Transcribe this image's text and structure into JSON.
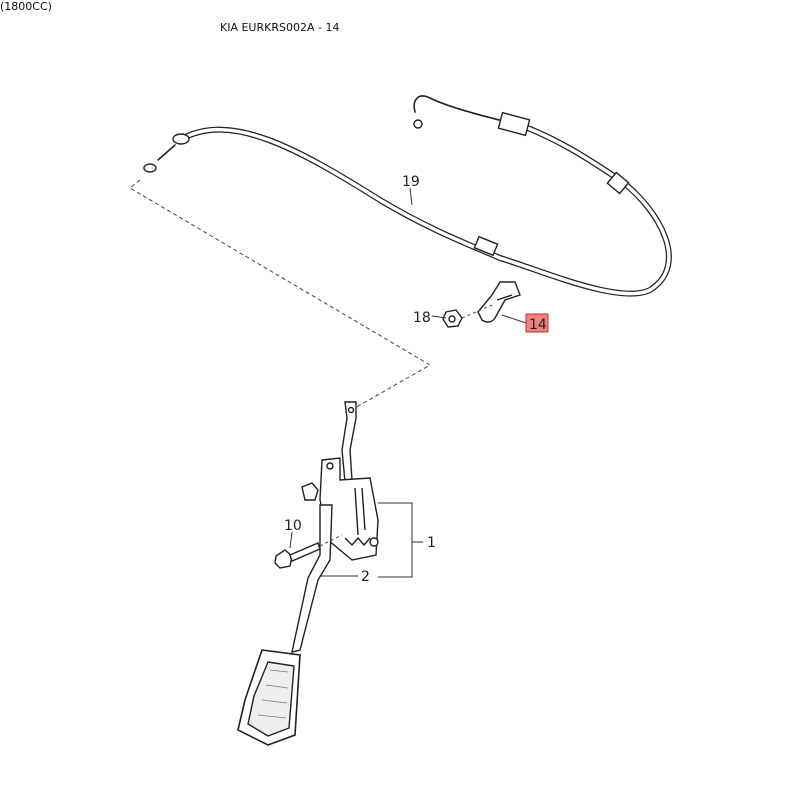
{
  "header": {
    "engine": "(1800CC)",
    "diagram_code": "KIA EURKRS002A - 14"
  },
  "callouts": {
    "c19": "19",
    "c18": "18",
    "c14": "14",
    "c10": "10",
    "c1": "1",
    "c2": "2"
  },
  "highlight": {
    "callout": "14",
    "color": "#f08080"
  }
}
